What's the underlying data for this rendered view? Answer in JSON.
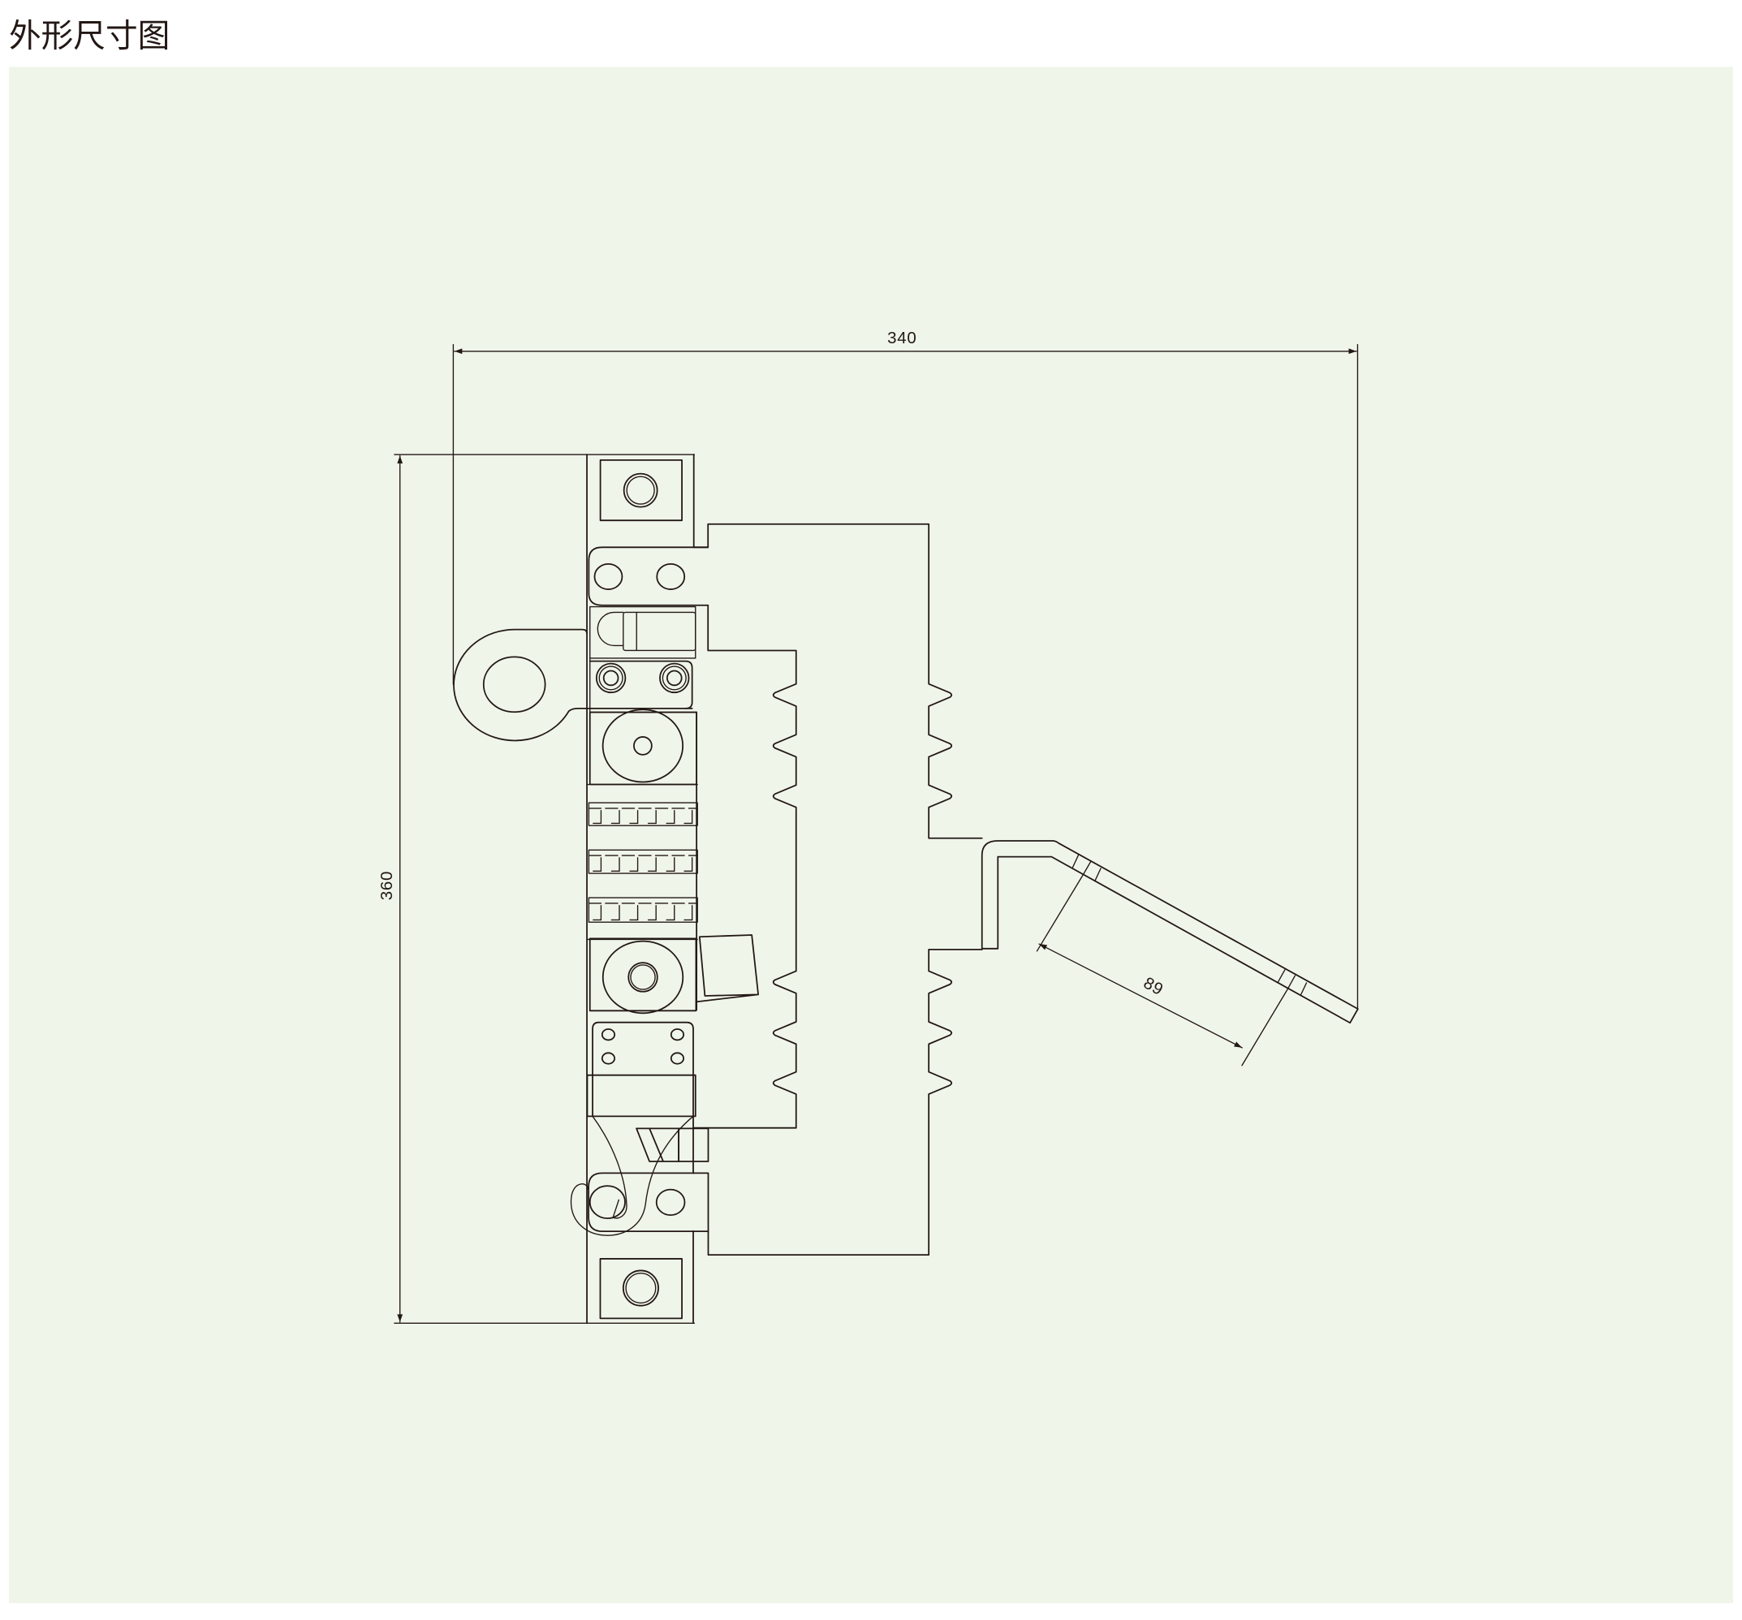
{
  "page": {
    "title": "外形尺寸图",
    "background_color": "#eff5e9",
    "line_color": "#231815"
  },
  "drawing": {
    "dimensions": {
      "overall_width": "340",
      "overall_height": "360",
      "blade_length": "89"
    }
  }
}
